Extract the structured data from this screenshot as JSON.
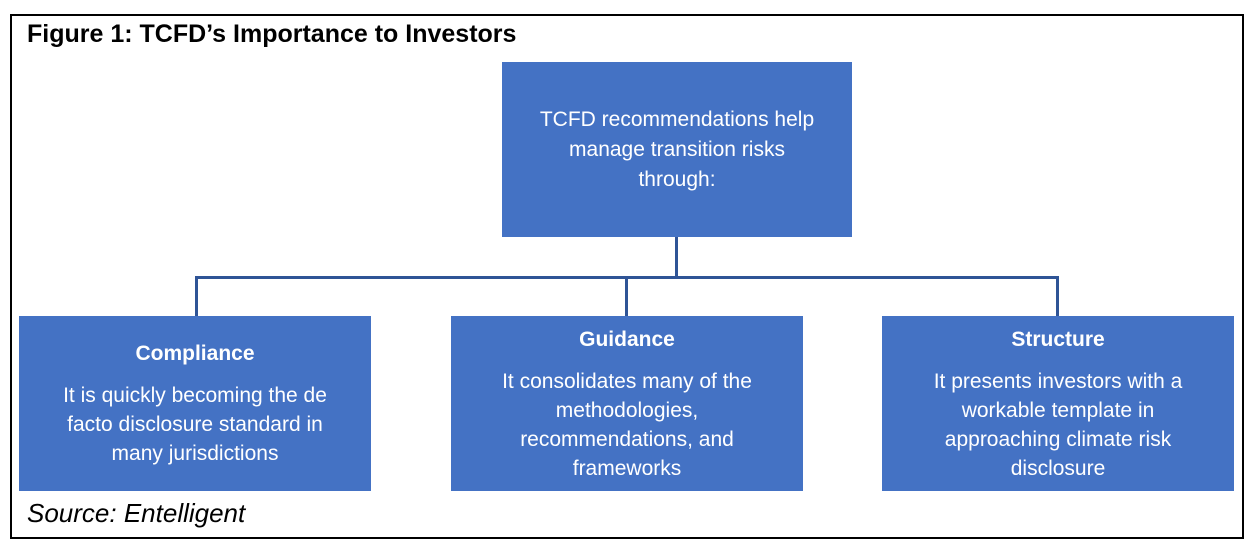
{
  "figure": {
    "title": "Figure 1: TCFD’s Importance to Investors",
    "source": "Source: Entelligent"
  },
  "diagram": {
    "root": {
      "text": "TCFD recommendations help manage transition risks through:"
    },
    "children": [
      {
        "heading": "Compliance",
        "body": "It is quickly becoming the de facto disclosure standard in many jurisdictions"
      },
      {
        "heading": "Guidance",
        "body": "It consolidates many of the methodologies, recommendations, and frameworks"
      },
      {
        "heading": "Structure",
        "body": "It presents investors with a workable template in approaching climate risk disclosure"
      }
    ],
    "colors": {
      "box_fill": "#4472C4",
      "connector": "#2F5496",
      "box_text": "#FFFFFF",
      "border": "#000000"
    }
  }
}
